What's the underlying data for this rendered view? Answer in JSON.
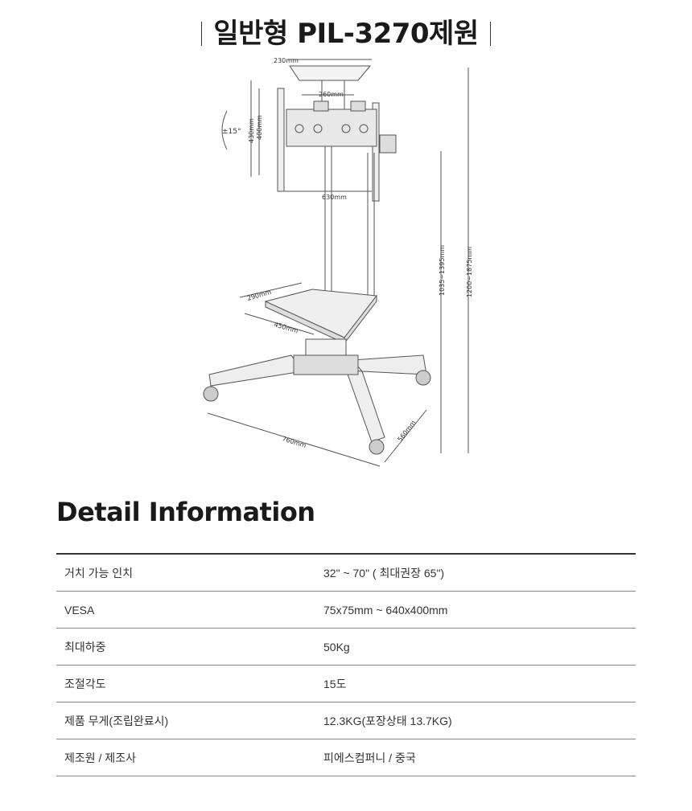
{
  "title": "일반형 PIL-3270제원",
  "diagram": {
    "dim_top_bracket": "230mm",
    "dim_plate": "260mm",
    "dim_tilt": "±15°",
    "dim_height_outer": "430mm",
    "dim_height_inner": "400mm",
    "dim_width": "630mm",
    "dim_pole_range": "1035~1395mm",
    "dim_total_range": "1200~1875mm",
    "dim_shelf_depth": "290mm",
    "dim_shelf_width": "450mm",
    "dim_base_width": "760mm",
    "dim_base_depth": "560mm"
  },
  "section_title": "Detail Information",
  "specs": [
    {
      "label": "거치 가능 인치",
      "value": "32\" ~ 70\" ( 최대권장 65\")"
    },
    {
      "label": "VESA",
      "value": "75x75mm ~ 640x400mm"
    },
    {
      "label": "최대하중",
      "value": "50Kg"
    },
    {
      "label": "조절각도",
      "value": "15도"
    },
    {
      "label": "제품 무게(조립완료시)",
      "value": "12.3KG(포장상태 13.7KG)"
    },
    {
      "label": "제조원 / 제조사",
      "value": "피에스컴퍼니 / 중국"
    }
  ]
}
